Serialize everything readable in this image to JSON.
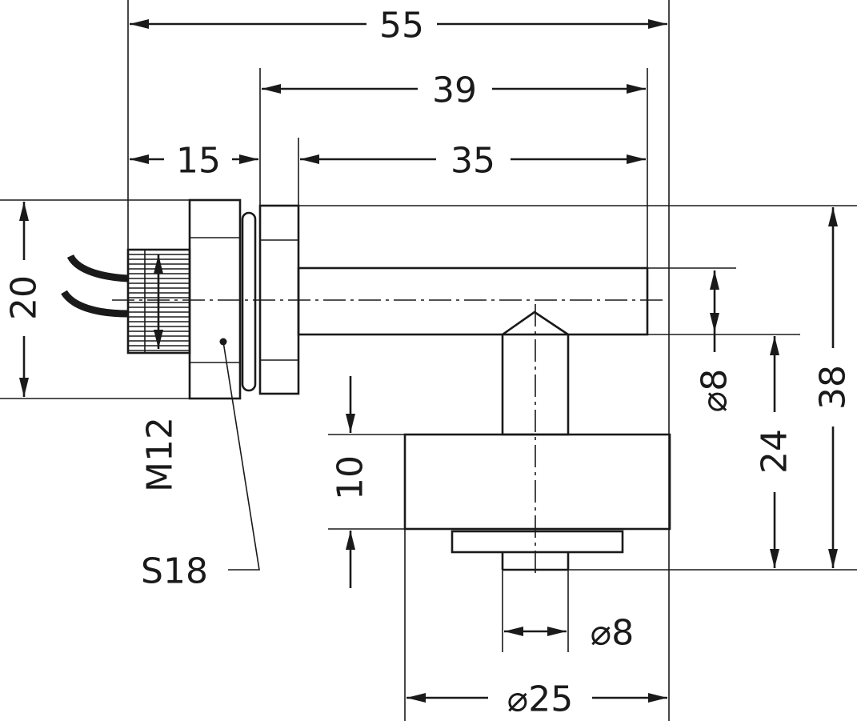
{
  "dimensions": {
    "overall_length": "55",
    "length_39": "39",
    "thread_length": "15",
    "rod_length": "35",
    "head_height": "20",
    "thread_label": "M12",
    "wrench_size": "S18",
    "rod_diameter": "⌀8",
    "float_height": "10",
    "float_travel": "24",
    "total_height": "38",
    "stem_diameter": "⌀8",
    "float_diameter": "⌀25"
  },
  "colors": {
    "line": "#1a1a1a",
    "background": "#ffffff"
  }
}
